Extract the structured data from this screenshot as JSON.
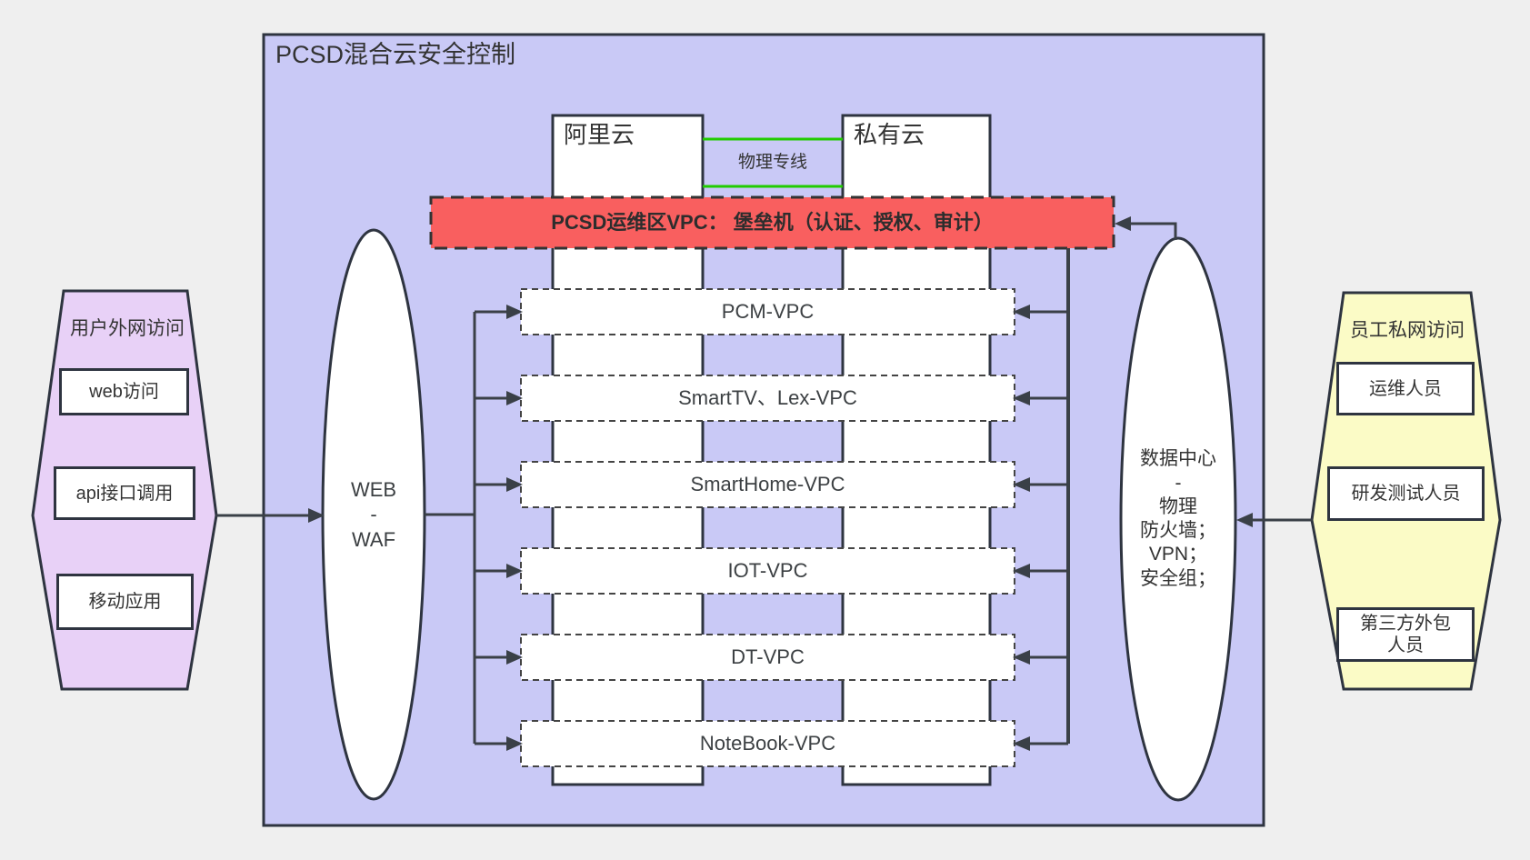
{
  "title": "PCSD混合云安全控制",
  "clouds": {
    "aliyun": "阿里云",
    "private_cloud": "私有云",
    "link_label": "物理专线"
  },
  "ops_vpc_label": "PCSD运维区VPC： 堡垒机（认证、授权、审计）",
  "vpcs": [
    "PCM-VPC",
    "SmartTV、Lex-VPC",
    "SmartHome-VPC",
    "IOT-VPC",
    "DT-VPC",
    "NoteBook-VPC"
  ],
  "waf_label": "WEB\n-\nWAF",
  "datacenter_label": "数据中心\n-\n物理\n防火墙；\nVPN；\n安全组；",
  "external_access": {
    "title": "用户外网访问",
    "items": [
      "web访问",
      "api接口调用",
      "移动应用"
    ]
  },
  "internal_access": {
    "title": "员工私网访问",
    "items": [
      "运维人员",
      "研发测试人员",
      "第三方外包\n人员"
    ]
  },
  "colors": {
    "canvas_bg": "#efefef",
    "container_fill": "#c9c9f6",
    "shape_stroke": "#2e3440",
    "white_fill": "#ffffff",
    "ops_vpc_fill": "#f95f5f",
    "link_green": "#21cc00",
    "external_fill": "#e8d1f7",
    "internal_fill": "#fbfbc6",
    "line_color": "#3a4047",
    "text_color": "#333333"
  }
}
